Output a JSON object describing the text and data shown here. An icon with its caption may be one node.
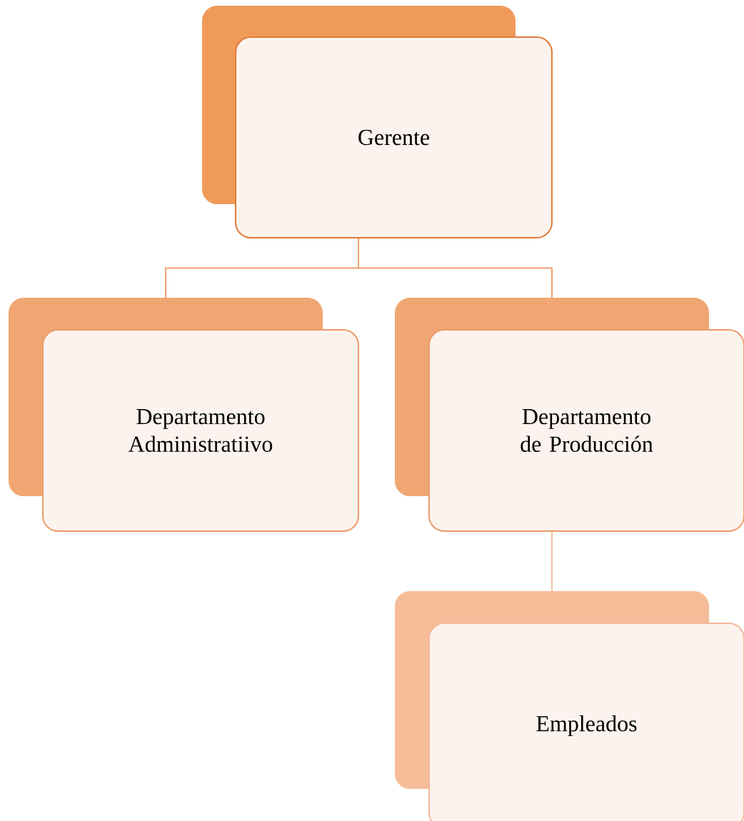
{
  "diagram": {
    "nodes": [
      {
        "text": [
          "Gerente"
        ]
      },
      {
        "text": [
          "Departamento Administratiivo"
        ]
      },
      {
        "text": [
          "Departamento de Producción"
        ]
      },
      {
        "text": [
          "Empleados"
        ]
      }
    ],
    "edges": [
      {
        "from": 0,
        "to": 1,
        "arrow": "none"
      },
      {
        "from": 0,
        "to": 2,
        "arrow": "none"
      },
      {
        "from": 2,
        "to": 3,
        "arrow": "none",
        "color": "#f5c0a0"
      }
    ]
  }
}
